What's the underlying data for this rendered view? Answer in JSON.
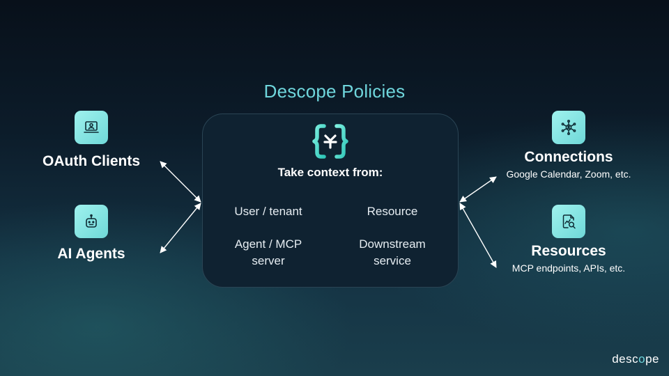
{
  "title": "Descope Policies",
  "colors": {
    "accent": "#6fd6dc",
    "tile": "#8fe8e6",
    "box": "#0f2231",
    "arrow": "#ffffff"
  },
  "left_nodes": [
    {
      "label": "OAuth Clients",
      "icon": "laptop-user-icon"
    },
    {
      "label": "AI Agents",
      "icon": "robot-icon"
    }
  ],
  "right_nodes": [
    {
      "label": "Connections",
      "sub": "Google Calendar, Zoom, etc.",
      "icon": "network-hub-icon"
    },
    {
      "label": "Resources",
      "sub": "MCP endpoints, APIs, etc.",
      "icon": "document-search-icon"
    }
  ],
  "center": {
    "heading": "Take context from:",
    "items": [
      {
        "line1": "User / tenant",
        "line2": ""
      },
      {
        "line1": "Resource",
        "line2": ""
      },
      {
        "line1": "Agent / MCP",
        "line2": "server"
      },
      {
        "line1": "Downstream",
        "line2": "service"
      }
    ]
  },
  "brand": {
    "prefix": "desc",
    "accent": "o",
    "suffix": "pe"
  }
}
